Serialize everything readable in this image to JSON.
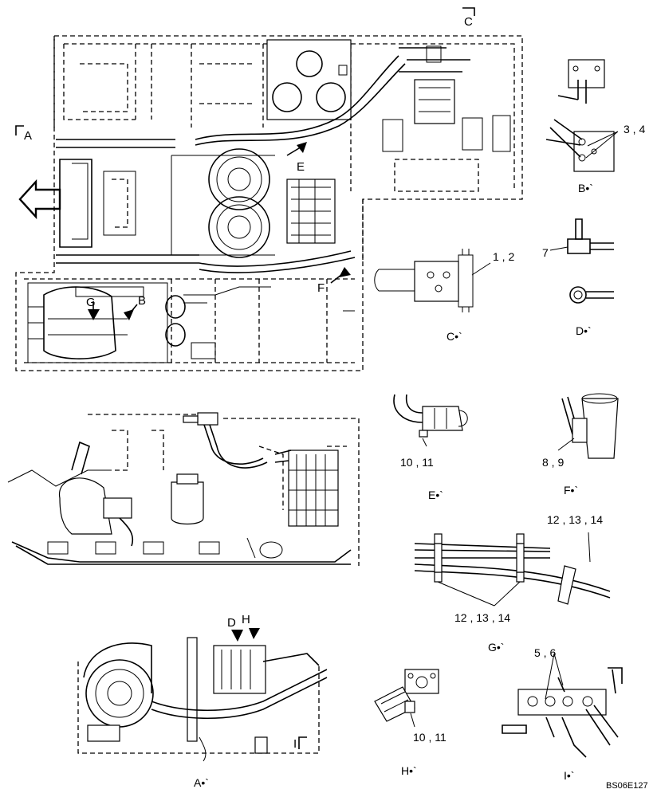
{
  "labels": {
    "view_A_marker": "A",
    "view_C_marker": "C",
    "callout_E": "E",
    "callout_F": "F",
    "callout_G": "G",
    "callout_B": "B",
    "callout_D": "D",
    "callout_H": "H",
    "callout_I": "I",
    "parts_3_4": "3 , 4",
    "parts_1_2": "1 , 2",
    "parts_7": "7",
    "parts_10_11_E": "10 , 11",
    "parts_8_9": "8 , 9",
    "parts_12_13_14_top": "12 , 13 , 14",
    "parts_12_13_14_bottom": "12 , 13 , 14",
    "parts_5_6": "5 , 6",
    "parts_10_11_H": "10 , 11"
  },
  "views": {
    "B": "B•`",
    "C": "C•`",
    "D": "D•`",
    "E": "E•`",
    "F": "F•`",
    "G": "G•`",
    "A": "A•`",
    "H": "H•`",
    "I": "I•`"
  },
  "reference": "BS06E127"
}
